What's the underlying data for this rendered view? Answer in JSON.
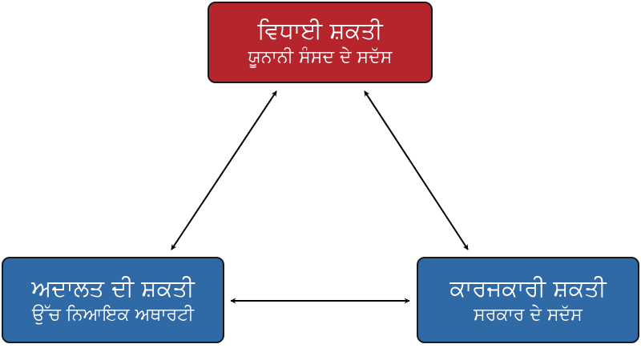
{
  "colors": {
    "legislative": "#b5252b",
    "judicial": "#2f6aa6",
    "executive": "#2f6aa6",
    "arrow": "#000000"
  },
  "nodes": {
    "legislative": {
      "title": "ਵਿਧਾਈ ਸ਼ਕਤੀ",
      "subtitle": "ਯੂਨਾਨੀ ਸੰਸਦ ਦੇ ਸਦੱਸ"
    },
    "judicial": {
      "title": "ਅਦਾਲਤ ਦੀ ਸ਼ਕਤੀ",
      "subtitle": "ਉੱਚ ਨਿਆਇਕ ਅਥਾਰਟੀ"
    },
    "executive": {
      "title": "ਕਾਰਜਕਾਰੀ ਸ਼ਕਤੀ",
      "subtitle": "ਸਰਕਾਰ ਦੇ ਸਦੱਸ"
    }
  },
  "connections": [
    {
      "from": "legislative",
      "to": "judicial",
      "bidirectional": true
    },
    {
      "from": "legislative",
      "to": "executive",
      "bidirectional": true
    },
    {
      "from": "judicial",
      "to": "executive",
      "bidirectional": true
    }
  ]
}
